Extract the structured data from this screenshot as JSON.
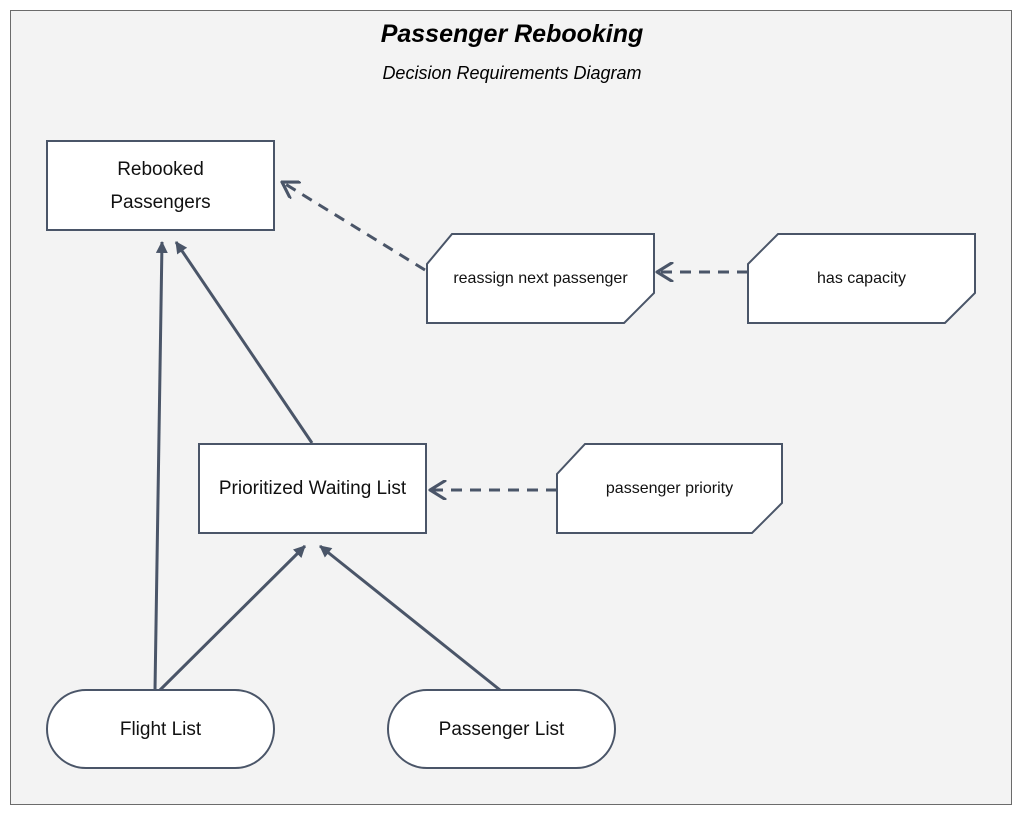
{
  "header": {
    "title": "Passenger Rebooking",
    "subtitle": "Decision Requirements Diagram"
  },
  "nodes": {
    "rebooked_passengers": {
      "label": "Rebooked Passengers",
      "type": "decision"
    },
    "prioritized_waiting_list": {
      "label": "Prioritized Waiting List",
      "type": "decision"
    },
    "reassign_next_passenger": {
      "label": "reassign next passenger",
      "type": "business-knowledge-model"
    },
    "has_capacity": {
      "label": "has capacity",
      "type": "business-knowledge-model"
    },
    "passenger_priority": {
      "label": "passenger priority",
      "type": "business-knowledge-model"
    },
    "flight_list": {
      "label": "Flight List",
      "type": "input-data"
    },
    "passenger_list": {
      "label": "Passenger List",
      "type": "input-data"
    }
  },
  "edges": [
    {
      "from": "flight_list",
      "to": "rebooked_passengers",
      "kind": "information-requirement"
    },
    {
      "from": "prioritized_waiting_list",
      "to": "rebooked_passengers",
      "kind": "information-requirement"
    },
    {
      "from": "flight_list",
      "to": "prioritized_waiting_list",
      "kind": "information-requirement"
    },
    {
      "from": "passenger_list",
      "to": "prioritized_waiting_list",
      "kind": "information-requirement"
    },
    {
      "from": "reassign_next_passenger",
      "to": "rebooked_passengers",
      "kind": "knowledge-requirement"
    },
    {
      "from": "has_capacity",
      "to": "reassign_next_passenger",
      "kind": "knowledge-requirement"
    },
    {
      "from": "passenger_priority",
      "to": "prioritized_waiting_list",
      "kind": "knowledge-requirement"
    }
  ],
  "colors": {
    "frame_background": "#f3f3f3",
    "frame_border": "#6b6b6b",
    "node_fill": "#ffffff",
    "node_stroke": "#4a5568",
    "edge_color": "#4a5568"
  }
}
